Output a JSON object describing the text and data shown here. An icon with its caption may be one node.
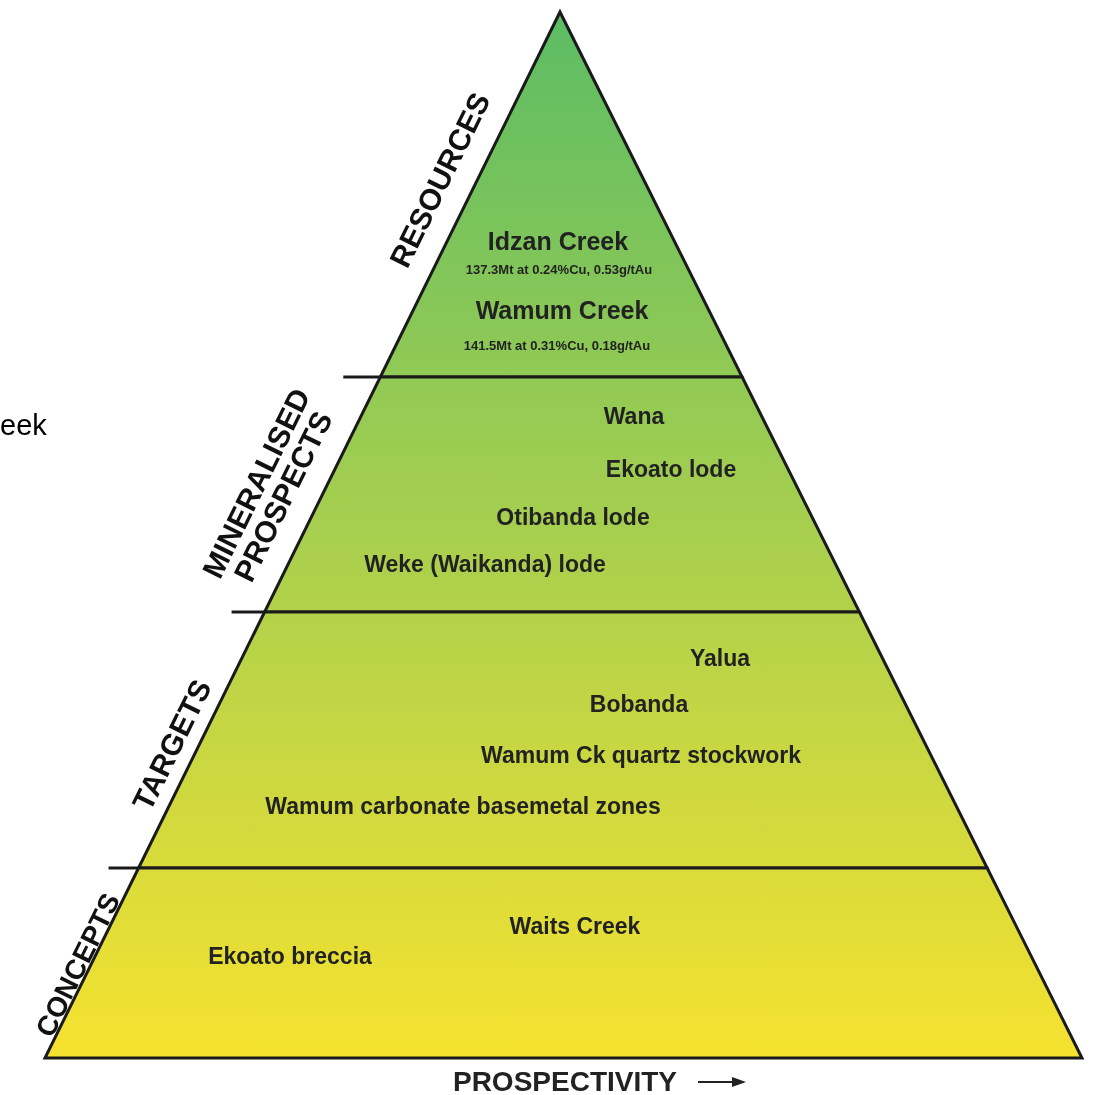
{
  "diagram": {
    "nodes": [
      {
        "text": [
          "RESOURCES",
          "Idzan Creek",
          "137.3Mt at 0.24%Cu, 0.53g/tAu",
          "Wamum Creek",
          "141.5Mt at 0.31%Cu, 0.18g/tAu"
        ]
      },
      {
        "text": [
          "MINERALISED PROSPECTS",
          "Wana",
          "Ekoato lode",
          "Otibanda lode",
          "Weke (Waikanda) lode"
        ]
      },
      {
        "text": [
          "TARGETS",
          "Yalua",
          "Bobanda",
          "Wamum Ck quartz stockwork",
          "Wamum carbonate basemetal zones"
        ]
      },
      {
        "text": [
          "CONCEPTS",
          "Waits Creek",
          "Ekoato breccia"
        ]
      }
    ],
    "labels": [
      "eek",
      "PROSPECTIVITY"
    ]
  }
}
